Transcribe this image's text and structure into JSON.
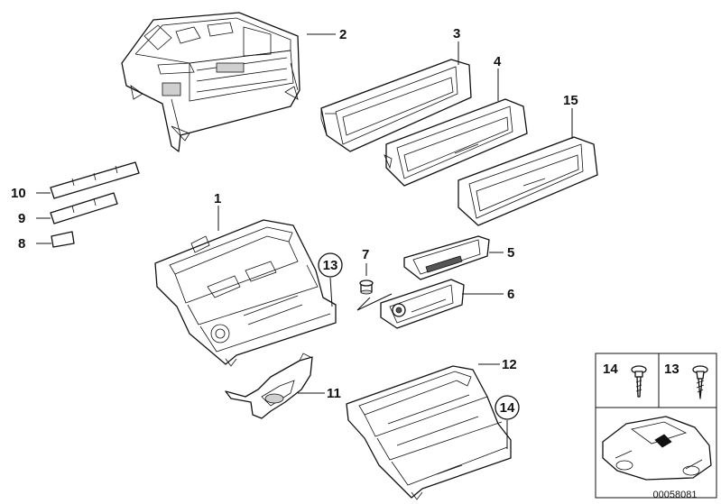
{
  "callouts": {
    "c1": "1",
    "c2": "2",
    "c3": "3",
    "c4": "4",
    "c5": "5",
    "c6": "6",
    "c7": "7",
    "c8": "8",
    "c9": "9",
    "c10": "10",
    "c11": "11",
    "c12": "12",
    "c13": "13",
    "c14": "14",
    "c15": "15"
  },
  "legend": {
    "left_label": "14",
    "right_label": "13"
  },
  "drawing_number": "00058081"
}
